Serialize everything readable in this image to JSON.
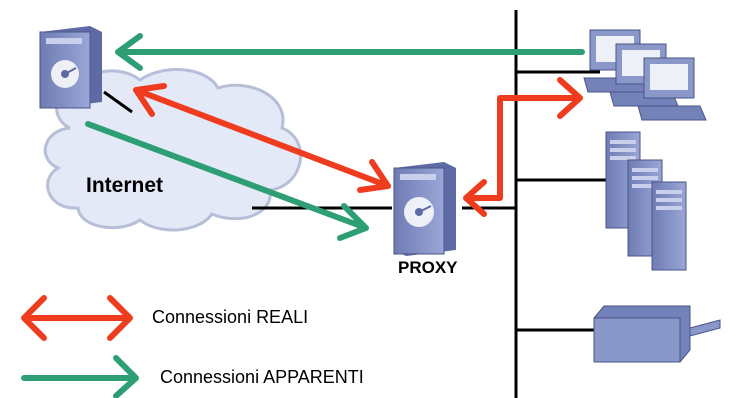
{
  "labels": {
    "internet": "Internet",
    "proxy": "PROXY"
  },
  "legend": {
    "real": "Connessioni REALI",
    "apparent": "Connessioni APPARENTI"
  },
  "colors": {
    "real_connection": "#f03c1e",
    "apparent_connection": "#2e9e74",
    "network_line": "#000000",
    "device_fill": "#8a97c9",
    "device_dark": "#5d6aa3",
    "cloud_fill": "#e4e9f7",
    "cloud_stroke": "#b7bfd8"
  },
  "icons": {
    "remote_server": "server-icon",
    "proxy_server": "server-icon",
    "workstations": "workstation-icon",
    "server_cluster": "server-tower-icon",
    "printer": "printer-icon",
    "cloud": "cloud-icon"
  }
}
